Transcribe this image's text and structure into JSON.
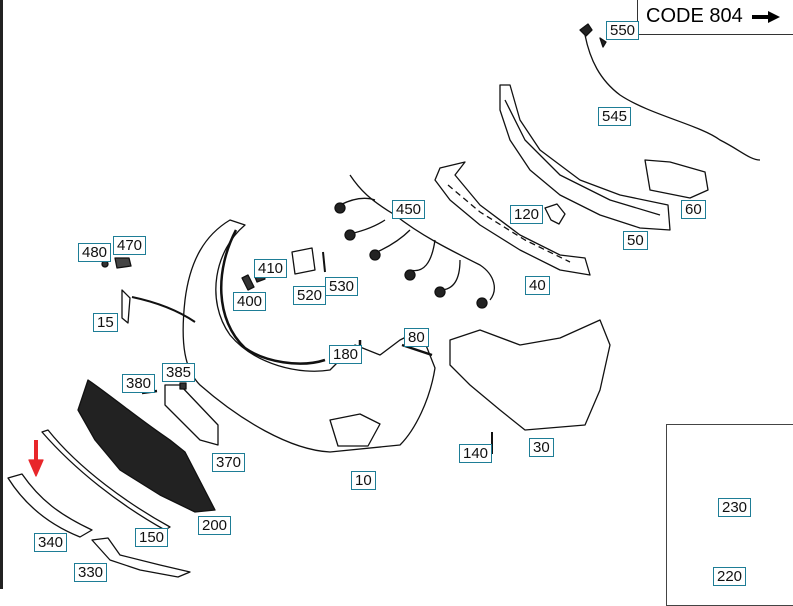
{
  "diagram": {
    "title_badge": "CODE 804",
    "title_arrow_icon": "arrow-right-icon",
    "highlight_color": "#e8262a",
    "label_border_color": "#1e7d96",
    "highlighted_part": "340",
    "labels": {
      "p550": "550",
      "p545": "545",
      "p60": "60",
      "p50": "50",
      "p120": "120",
      "p450": "450",
      "p40": "40",
      "p480": "480",
      "p470": "470",
      "p410": "410",
      "p400": "400",
      "p520": "520",
      "p530": "530",
      "p15": "15",
      "p80": "80",
      "p180": "180",
      "p380": "380",
      "p385": "385",
      "p370": "370",
      "p10": "10",
      "p140": "140",
      "p30": "30",
      "p200": "200",
      "p150": "150",
      "p340": "340",
      "p330": "330",
      "p230": "230",
      "p220": "220"
    }
  }
}
